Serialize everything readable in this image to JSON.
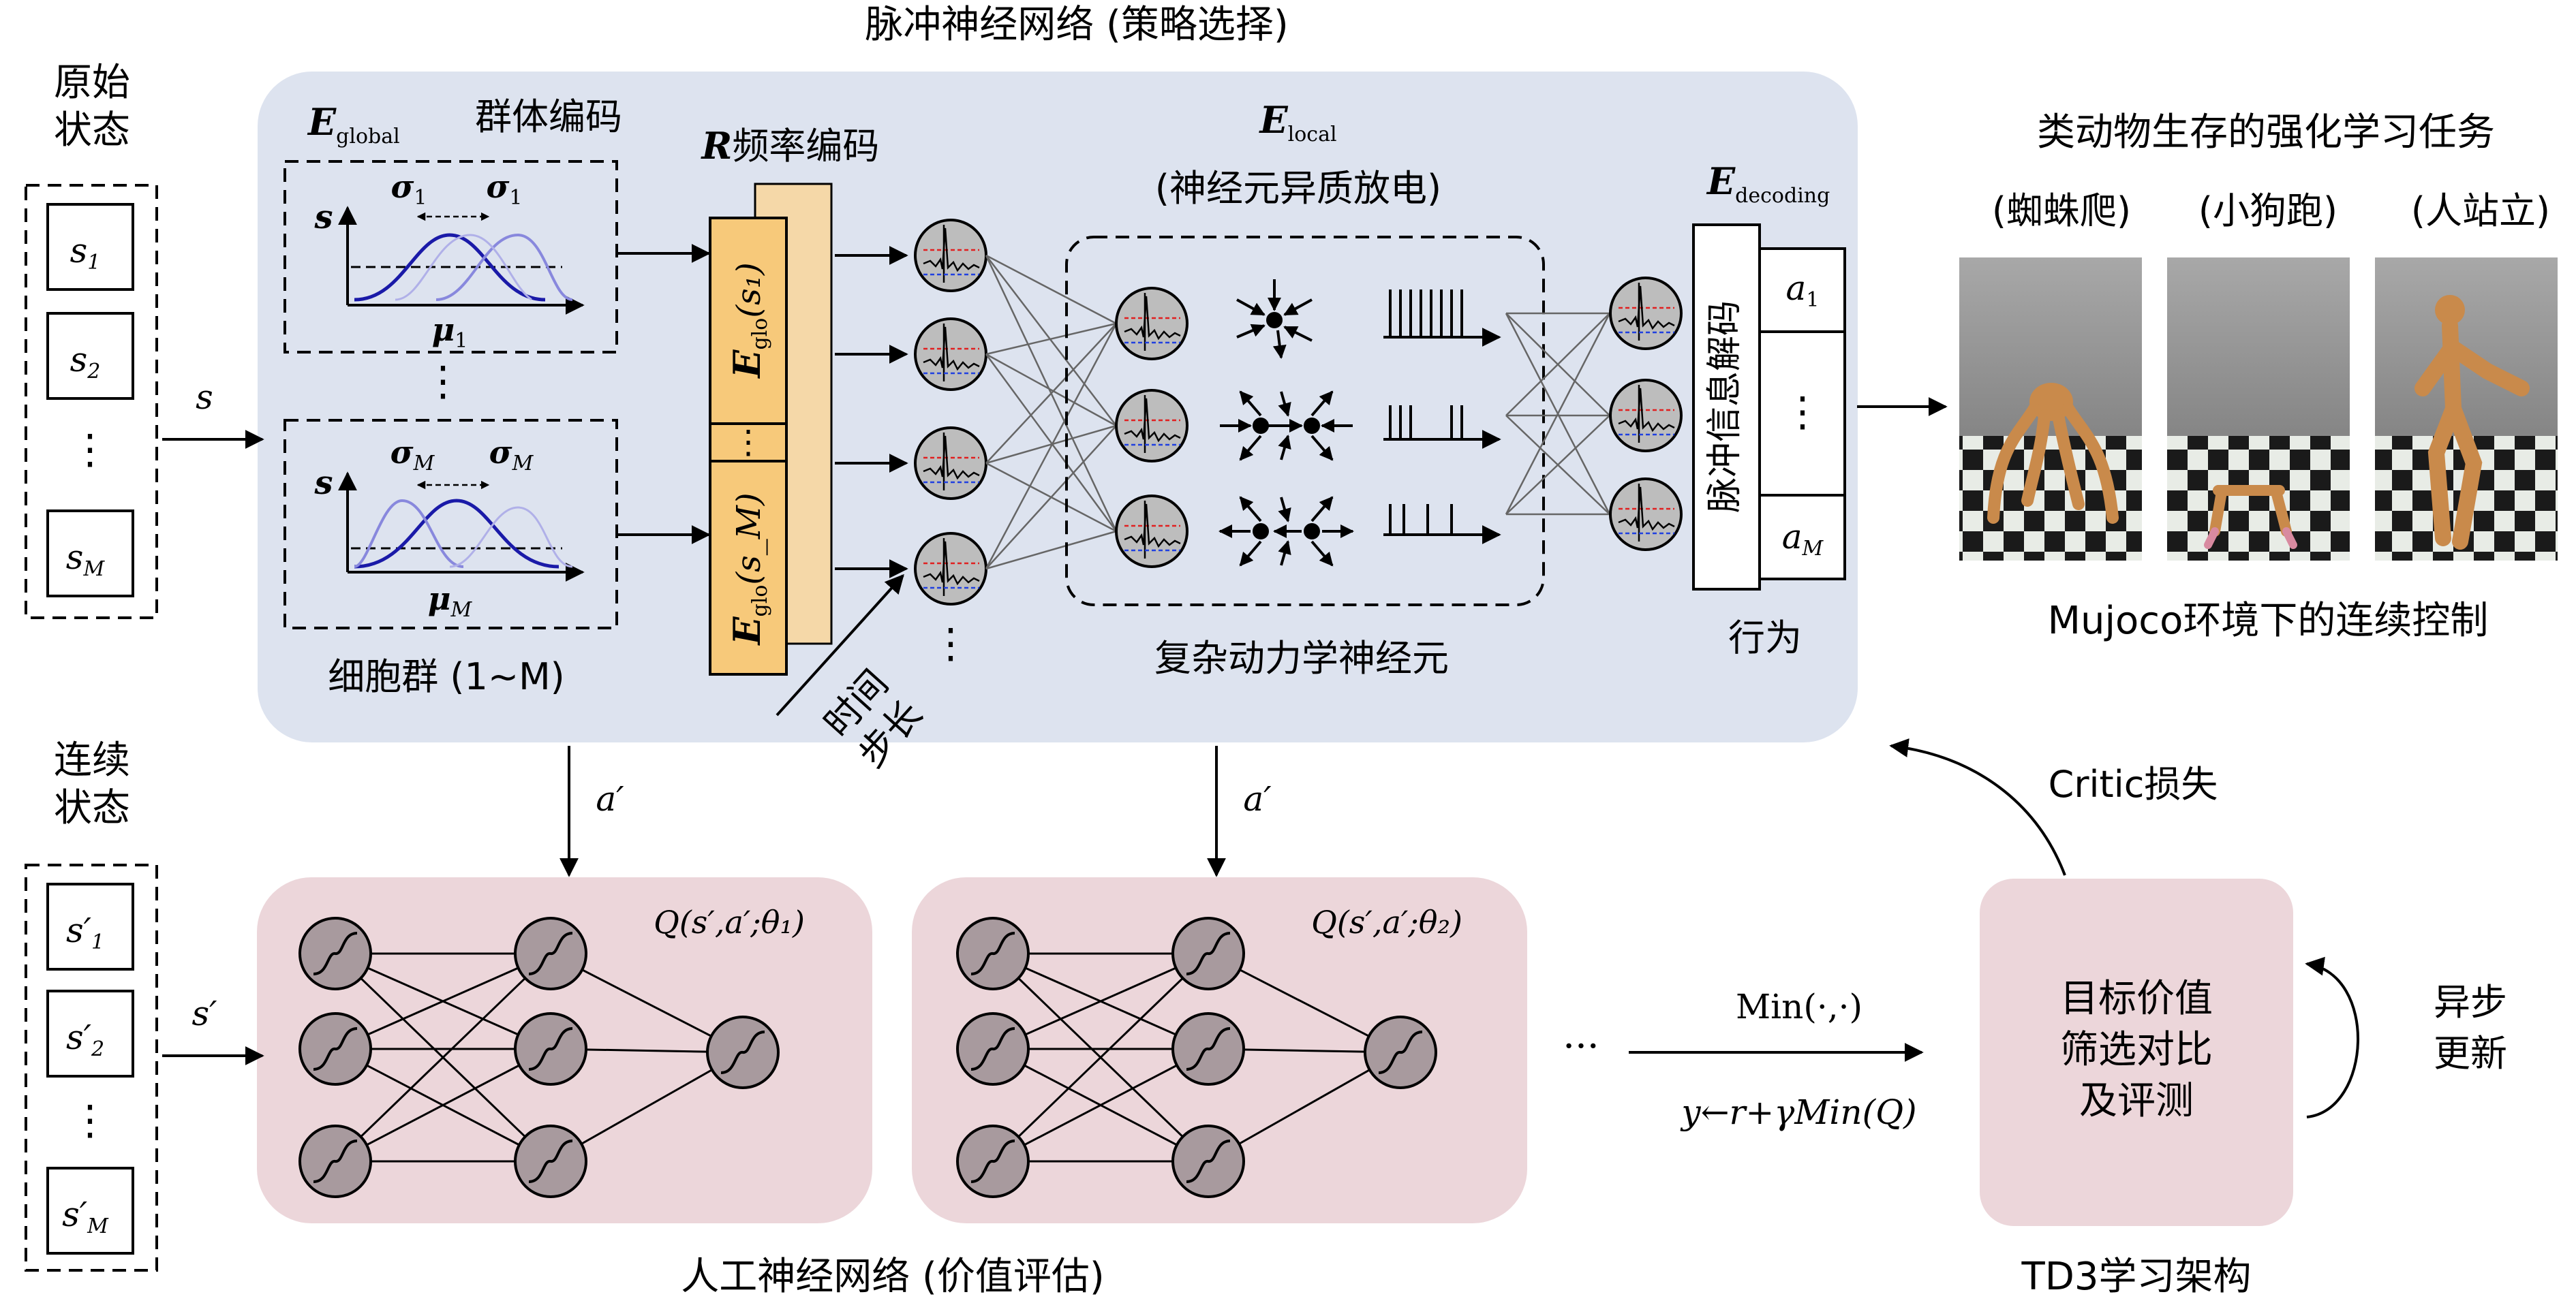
{
  "titles": {
    "snn": "脉冲神经网络 (策略选择)",
    "ann": "人工神经网络 (价值评估)",
    "td3": "TD3学习架构",
    "mujoco": "Mujoco环境下的连续控制",
    "task": "类动物生存的强化学习任务",
    "task_items": [
      "(蜘蛛爬)",
      "(小狗跑)",
      "(人站立)"
    ]
  },
  "left": {
    "raw_state": [
      "原始",
      "状态"
    ],
    "raw_items": [
      "s",
      "s",
      "⋮",
      "s"
    ],
    "raw_subs": [
      "1",
      "2",
      "",
      "M"
    ],
    "cont_state": [
      "连续",
      "状态"
    ],
    "cont_items": [
      "s′",
      "s′",
      "⋮",
      "s′"
    ],
    "cont_subs": [
      "1",
      "2",
      "",
      "M"
    ],
    "arrow_s": "s",
    "arrow_s_prime": "s′"
  },
  "encoding": {
    "E": "E",
    "global_sub": "global",
    "group_label": "群体编码",
    "sigma1": "σ",
    "sigmaM": "σ",
    "sub1": "1",
    "subM": "M",
    "mu": "μ",
    "s_axis": "s",
    "dots": "⋮",
    "cells_label": "细胞群 (1~M)"
  },
  "rate": {
    "R": "R",
    "label": "频率编码",
    "cell1": "E",
    "cell1_sub": "glo",
    "cell1_arg": "(s₁)",
    "cellM": "E",
    "cellM_sub": "glo",
    "cellM_arg": "(s_M)",
    "dots": "⋮",
    "time_step": [
      "时间",
      "步长"
    ]
  },
  "local": {
    "E": "E",
    "sub": "local",
    "label": "(神经元异质放电)",
    "bottom": "复杂动力学神经元"
  },
  "decoding": {
    "E": "E",
    "sub": "decoding",
    "box_label": "脉冲信息解码",
    "actions": [
      "a",
      "⋮",
      "a"
    ],
    "action_subs": [
      "1",
      "",
      "M"
    ],
    "behavior": "行为"
  },
  "ann": {
    "q1": "Q(s′,a′;θ₁)",
    "q2": "Q(s′,a′;θ₂)",
    "a_prime": "a′",
    "dots": "···"
  },
  "td3": {
    "min_label": "Min(·,·)",
    "target": "y←r+γMin(Q)",
    "box": [
      "目标价值",
      "筛选对比",
      "及评测"
    ],
    "async": [
      "异步",
      "更新"
    ],
    "critic": "Critic损失"
  },
  "colors": {
    "snn_bg": "#dde3ef",
    "ann_bg": "#ecd6da",
    "rate_fill": "#f7c97a",
    "rate_back": "#f5d8a8",
    "neuron_fill": "#bdbdbd",
    "dark_blue": "#1a1aa8",
    "light_blue": "#8888dd"
  },
  "icons": [
    "neuron-icon",
    "sigmoid-neuron-icon",
    "spike-train-icon",
    "arrow-burst-icon",
    "robot-render-icon"
  ]
}
